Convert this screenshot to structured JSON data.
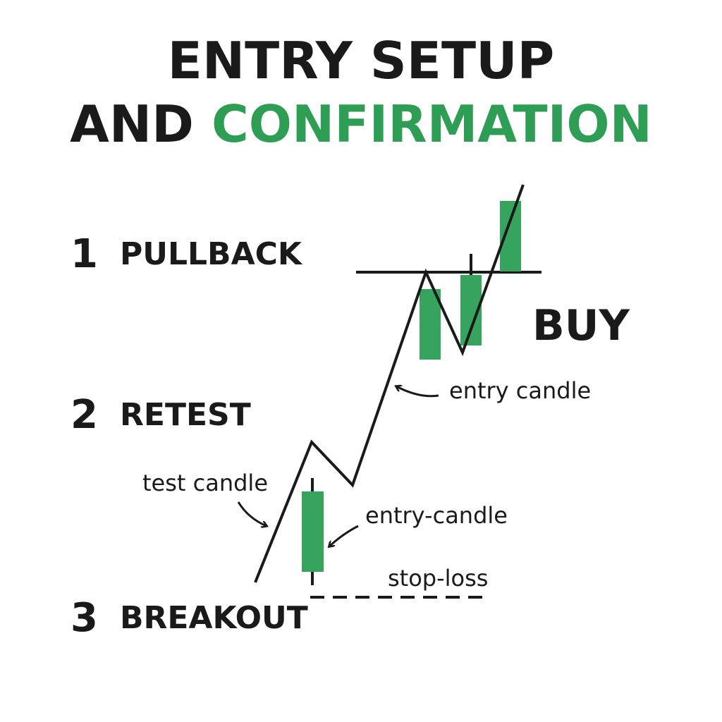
{
  "title": {
    "line1": "ENTRY SETUP",
    "line2_plain": "AND",
    "line2_accent": "CONFIRMATION"
  },
  "steps": [
    {
      "number": "1",
      "label": "PULLBACK"
    },
    {
      "number": "2",
      "label": "RETEST"
    },
    {
      "number": "3",
      "label": "BREAKOUT"
    }
  ],
  "annotations": {
    "buy": "BUY",
    "entry_candle_upper": "entry candle",
    "test_candle": "test candle",
    "entry_candle_lower": "entry-candle",
    "stop_loss": "stop-loss"
  },
  "colors": {
    "accent": "#2e9e55",
    "ink": "#1a1a1a",
    "candle": "#36a45c"
  }
}
